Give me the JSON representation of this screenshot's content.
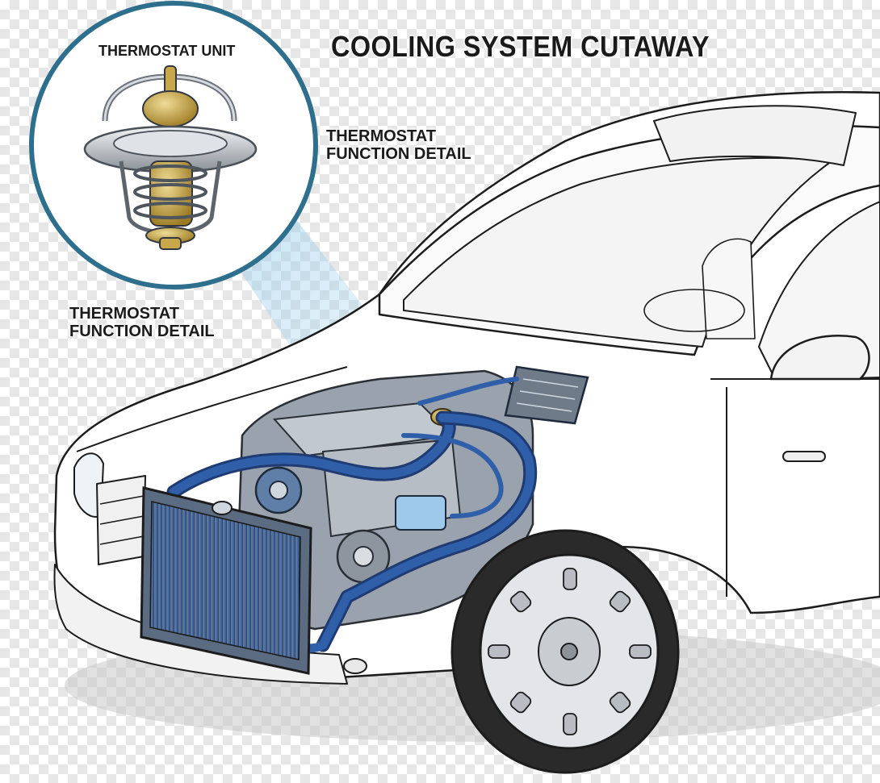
{
  "title": "COOLING SYSTEM CUTAWAY",
  "inset": {
    "title": "THERMOSTAT UNIT",
    "component_icon": "thermostat-icon"
  },
  "callouts": [
    {
      "line1": "THERMOSTAT",
      "line2": "FUNCTION DETAIL"
    },
    {
      "line1": "THERMOSTAT",
      "line2": "FUNCTION DETAIL"
    }
  ],
  "colors": {
    "coolant_blue": "#2f5fa8",
    "inset_ring": "#2e6f8e",
    "brass": "#c9a84a",
    "car_outline": "#1c1c1c"
  }
}
